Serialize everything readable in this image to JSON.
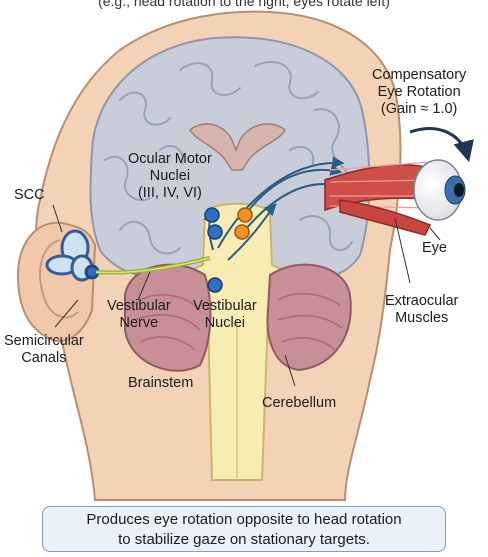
{
  "labels": {
    "top_cut": "(e.g., head rotation to the right, eyes rotate left)",
    "scc": "SCC",
    "ocular_motor_nuclei": [
      "Ocular Motor",
      "Nuclei",
      "(III, IV, VI)"
    ],
    "compensatory": [
      "Compensatory",
      "Eye Rotation",
      "(Gain ≈ 1.0)"
    ],
    "eye": "Eye",
    "extraocular": [
      "Extraocular",
      "Muscles"
    ],
    "vestibular_nerve": [
      "Vestibular",
      "Nerve"
    ],
    "vestibular_nuclei": [
      "Vestibular",
      "Nuclei"
    ],
    "semicircular_canals": [
      "Semicircular",
      "Canals"
    ],
    "brainstem": "Brainstem",
    "cerebellum": "Cerebellum"
  },
  "caption": [
    "Produces eye rotation opposite to head rotation",
    "to stabilize gaze on stationary targets."
  ],
  "colors": {
    "skin": "#f3d2b6",
    "brain": "#c9cdda",
    "brainstem": "#f7edb2",
    "cerebellum": "#c98f97",
    "blue_node": "#2f6fc4",
    "orange_node": "#f0922a",
    "pathway": "#2a5c86"
  }
}
